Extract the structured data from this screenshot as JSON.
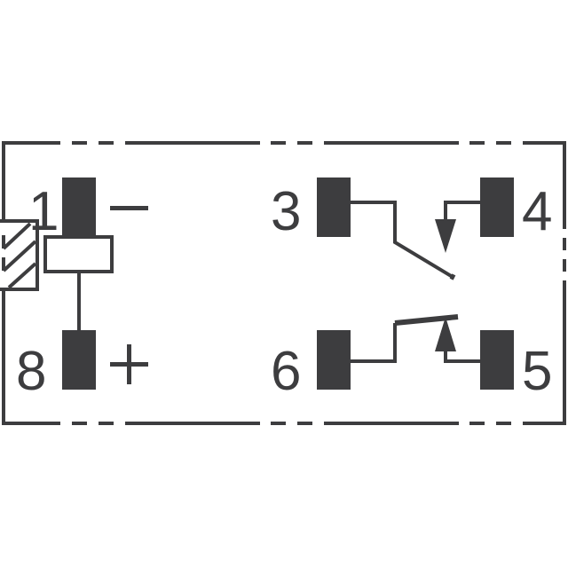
{
  "diagram": {
    "type": "relay-pinout",
    "colors": {
      "ink": "#3d3d3f",
      "background": "#ffffff"
    },
    "pins": [
      {
        "id": "1",
        "label": "1",
        "polarity": "−"
      },
      {
        "id": "8",
        "label": "8",
        "polarity": "+"
      },
      {
        "id": "3",
        "label": "3"
      },
      {
        "id": "4",
        "label": "4"
      },
      {
        "id": "6",
        "label": "6"
      },
      {
        "id": "5",
        "label": "5"
      }
    ],
    "components": {
      "coil": "coil-between-1-and-8",
      "switch_top": "contact-3-to-4",
      "switch_bottom": "contact-6-to-5"
    }
  }
}
